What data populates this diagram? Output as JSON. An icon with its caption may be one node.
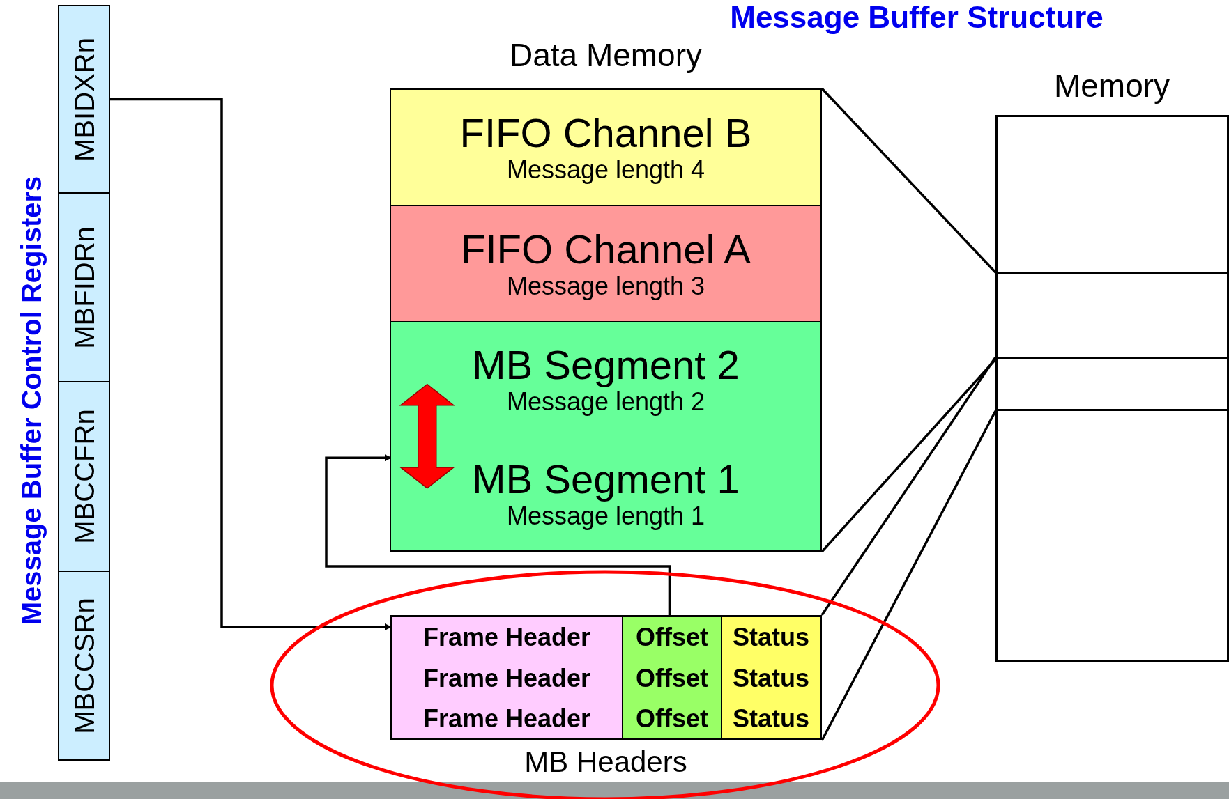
{
  "diagram": {
    "title": "Message Buffer Structure",
    "nodes": [
      {
        "text": [
          "MBIDXRn"
        ]
      },
      {
        "text": [
          "MBFIDRn"
        ]
      },
      {
        "text": [
          "MBCCFRn"
        ]
      },
      {
        "text": [
          "MBCCSRn"
        ]
      },
      {
        "text": [],
        "shape": "box",
        "beside": [
          "Data Memory"
        ]
      },
      {
        "text": [
          "FIFO Channel B",
          "Message length 4"
        ],
        "in": 4
      },
      {
        "text": [
          "FIFO Channel A",
          "Message length 3"
        ],
        "in": 4
      },
      {
        "text": [
          "MB Segment 2",
          "Message length 2"
        ],
        "in": 4
      },
      {
        "text": [
          "MB Segment 1",
          "Message length 1"
        ],
        "in": 4
      },
      {
        "text": [],
        "shape": "box",
        "beside": [
          "MB Headers"
        ]
      },
      {
        "text": [
          "Frame Header"
        ],
        "in": 9
      },
      {
        "text": [
          "Offset"
        ],
        "in": 9
      },
      {
        "text": [
          "Status"
        ],
        "in": 9
      },
      {
        "text": [
          "Frame Header"
        ],
        "in": 9
      },
      {
        "text": [
          "Offset"
        ],
        "in": 9
      },
      {
        "text": [
          "Status"
        ],
        "in": 9
      },
      {
        "text": [
          "Frame Header"
        ],
        "in": 9
      },
      {
        "text": [
          "Offset"
        ],
        "in": 9
      },
      {
        "text": [
          "Status"
        ],
        "in": 9
      },
      {
        "text": [],
        "shape": "box",
        "beside": [
          "Memory"
        ]
      },
      {
        "text": [],
        "shape": "box"
      },
      {
        "text": [],
        "shape": "box"
      },
      {
        "text": [],
        "shape": "box"
      }
    ],
    "edges": [
      {
        "from": 0,
        "to": 10,
        "arrow": "to"
      },
      {
        "from": 11,
        "to": 8,
        "arrow": "to"
      },
      {
        "from": 4,
        "to": 20,
        "arrow": "none"
      },
      {
        "from": 4,
        "to": 20,
        "arrow": "none"
      },
      {
        "from": 9,
        "to": 21,
        "arrow": "none"
      },
      {
        "from": 9,
        "to": 21,
        "arrow": "none"
      },
      {
        "from": 7,
        "to": 8,
        "arrow": "both",
        "color": "#ff0000",
        "style": "thick"
      }
    ],
    "labels": [
      "Message Buffer Control Registers"
    ]
  }
}
